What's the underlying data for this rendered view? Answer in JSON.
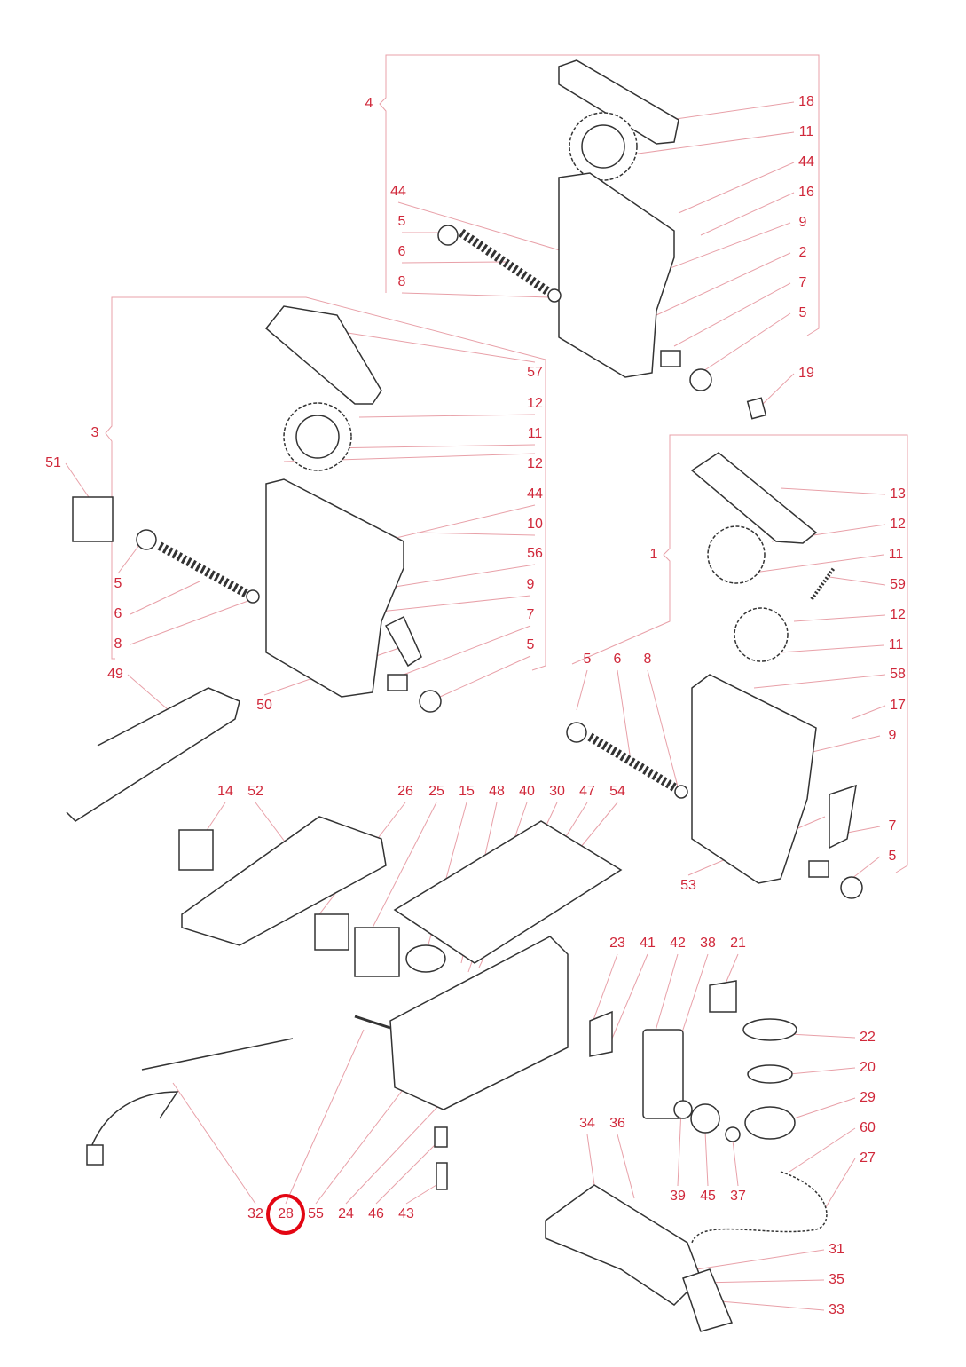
{
  "diagram": {
    "title_hidden": "",
    "highlighted_callout": "28",
    "colors": {
      "label": "#d0283a",
      "leader": "#e8a0a8",
      "highlight": "#e30613",
      "part_stroke": "#333333"
    },
    "callouts": [
      "4",
      "18",
      "11",
      "44",
      "16",
      "9",
      "2",
      "7",
      "5",
      "19",
      "44",
      "5",
      "6",
      "8",
      "3",
      "57",
      "12",
      "11",
      "12",
      "44",
      "10",
      "56",
      "9",
      "7",
      "5",
      "51",
      "5",
      "6",
      "8",
      "49",
      "50",
      "1",
      "13",
      "12",
      "11",
      "59",
      "12",
      "11",
      "58",
      "17",
      "9",
      "7",
      "5",
      "5",
      "6",
      "8",
      "53",
      "14",
      "52",
      "26",
      "25",
      "15",
      "48",
      "40",
      "30",
      "47",
      "54",
      "23",
      "41",
      "42",
      "38",
      "21",
      "22",
      "20",
      "29",
      "60",
      "27",
      "34",
      "36",
      "39",
      "45",
      "37",
      "31",
      "35",
      "33",
      "32",
      "28",
      "55",
      "24",
      "46",
      "43"
    ]
  }
}
